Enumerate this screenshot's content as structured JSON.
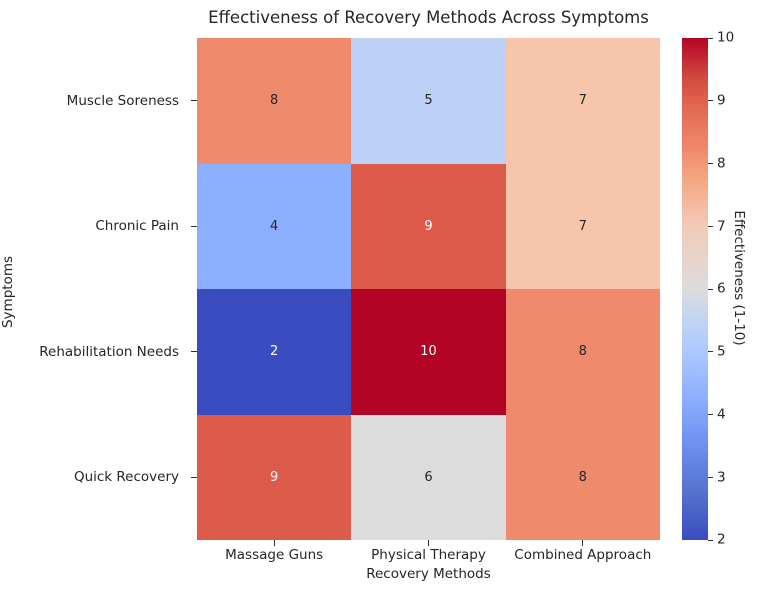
{
  "chart_data": {
    "type": "heatmap",
    "title": "Effectiveness of Recovery Methods Across Symptoms",
    "xlabel": "Recovery Methods",
    "ylabel": "Symptoms",
    "categories_x": [
      "Massage Guns",
      "Physical Therapy",
      "Combined Approach"
    ],
    "categories_y": [
      "Muscle Soreness",
      "Chronic Pain",
      "Rehabilitation Needs",
      "Quick Recovery"
    ],
    "values": [
      [
        8,
        5,
        7
      ],
      [
        4,
        9,
        7
      ],
      [
        2,
        10,
        8
      ],
      [
        9,
        6,
        8
      ]
    ],
    "cells": [
      [
        {
          "value": "8",
          "color": "#f08a6c",
          "text_color": "#262626"
        },
        {
          "value": "5",
          "color": "#bdd1f6",
          "text_color": "#262626"
        },
        {
          "value": "7",
          "color": "#f6c5ab",
          "text_color": "#262626"
        }
      ],
      [
        {
          "value": "4",
          "color": "#8caffe",
          "text_color": "#262626"
        },
        {
          "value": "9",
          "color": "#dc5b4b",
          "text_color": "#ffffff"
        },
        {
          "value": "7",
          "color": "#f6c5ab",
          "text_color": "#262626"
        }
      ],
      [
        {
          "value": "2",
          "color": "#3b4cc0",
          "text_color": "#ffffff"
        },
        {
          "value": "10",
          "color": "#b40426",
          "text_color": "#ffffff"
        },
        {
          "value": "8",
          "color": "#f08a6c",
          "text_color": "#262626"
        }
      ],
      [
        {
          "value": "9",
          "color": "#dc5b4b",
          "text_color": "#ffffff"
        },
        {
          "value": "6",
          "color": "#dddcdc",
          "text_color": "#262626"
        },
        {
          "value": "8",
          "color": "#f08a6c",
          "text_color": "#262626"
        }
      ]
    ],
    "colorbar": {
      "label": "Effectiveness (1-10)",
      "vmin": 2,
      "vmax": 10,
      "ticks": [
        "2",
        "3",
        "4",
        "5",
        "6",
        "7",
        "8",
        "9",
        "10"
      ],
      "colormap": "coolwarm",
      "position": "right"
    },
    "grid": false,
    "annotations_shown": true
  }
}
